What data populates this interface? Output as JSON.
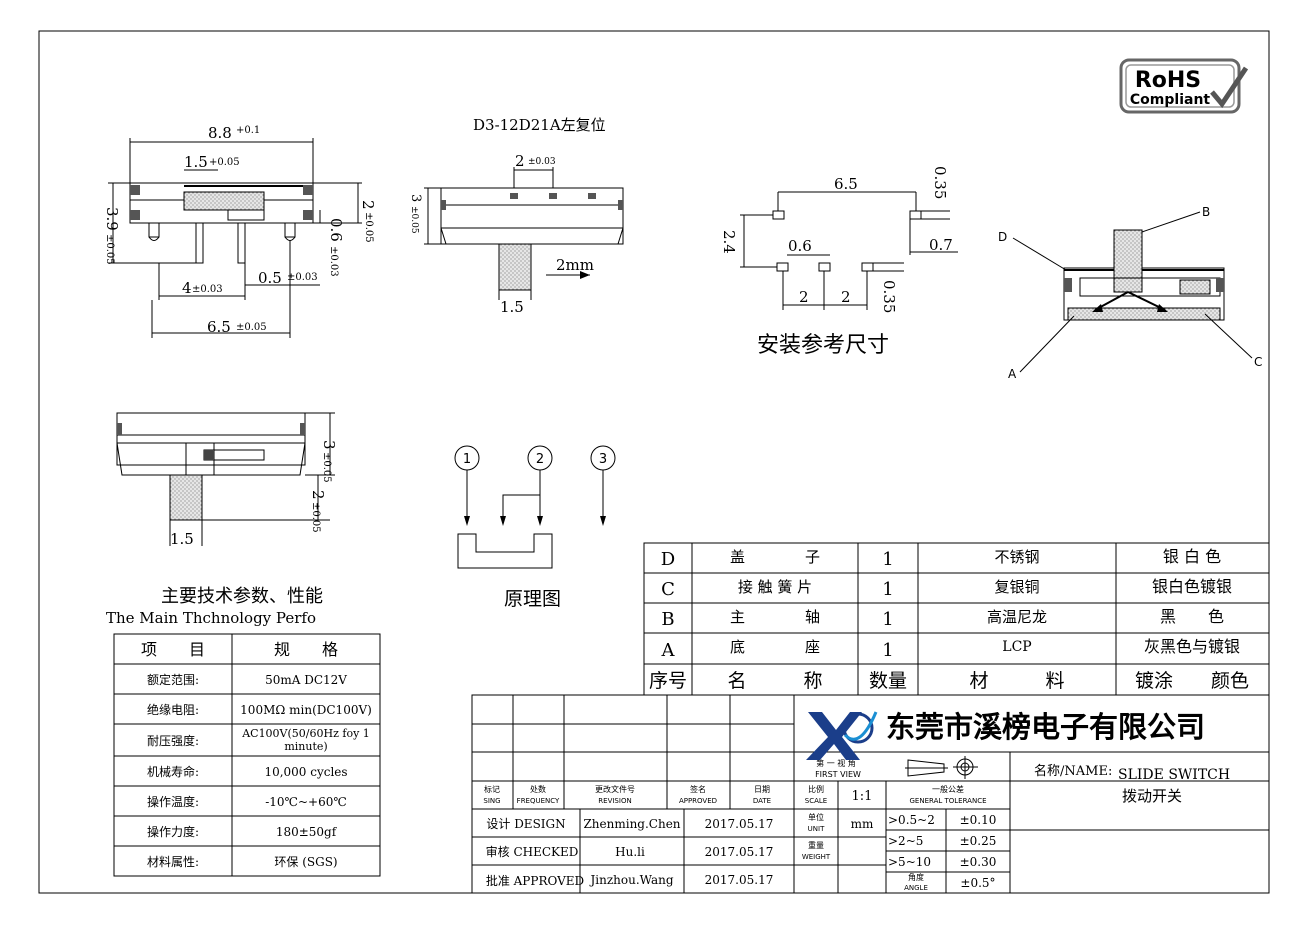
{
  "rohs": {
    "line1": "RoHS",
    "line2": "Compliant"
  },
  "top_view": {
    "dim_width": "8.8",
    "dim_width_tol": "+0.1",
    "dim_knob": "1.5",
    "dim_knob_tol": "+0.05",
    "dim_height": "3.9",
    "dim_height_tol": "±0.05",
    "dim_right": "2",
    "dim_right_tol": "±0.05",
    "dim_gap": "0.6",
    "dim_gap_tol": "±0.03",
    "dim_pin_w": "0.5",
    "dim_pin_w_tol": "±0.03",
    "dim_pitch": "4",
    "dim_pitch_tol": "±0.03",
    "dim_span": "6.5",
    "dim_span_tol": "±0.05"
  },
  "front_view": {
    "title": "D3-12D21A左复位",
    "dim_pin": "2",
    "dim_pin_tol": "±0.03",
    "dim_h": "3",
    "dim_h_tol": "±0.05",
    "dim_travel": "2mm",
    "dim_knob": "1.5"
  },
  "footprint": {
    "dim_65": "6.5",
    "dim_035_top": "0.35",
    "dim_07": "0.7",
    "dim_24": "2.4",
    "dim_06": "0.6",
    "dim_2a": "2",
    "dim_2b": "2",
    "dim_035_bot": "0.35",
    "caption": "安装参考尺寸"
  },
  "section": {
    "label_a": "A",
    "label_b": "B",
    "label_c": "C",
    "label_d": "D"
  },
  "side_view": {
    "dim_h": "3",
    "dim_h_tol": "±0.05",
    "dim_k": "2",
    "dim_k_tol": "±0.05",
    "dim_knob": "1.5"
  },
  "schematic": {
    "pin1": "1",
    "pin2": "2",
    "pin3": "3",
    "caption": "原理图"
  },
  "specs": {
    "title_cn": "主要技术参数、性能",
    "title_en": "The Main Thchnology Perfo",
    "header": [
      "项　　目",
      "规　　格"
    ],
    "rows": [
      [
        "额定范围:",
        "50mA DC12V"
      ],
      [
        "绝缘电阻:",
        "100MΩ min(DC100V)"
      ],
      [
        "耐压强度:",
        "AC100V(50/60Hz foy 1 minute)"
      ],
      [
        "机械寿命:",
        "10,000 cycles"
      ],
      [
        "操作温度:",
        "-10℃~+60℃"
      ],
      [
        "操作力度:",
        "180±50gf"
      ],
      [
        "材料属性:",
        "环保 (SGS)"
      ]
    ]
  },
  "bom": {
    "rows": [
      [
        "D",
        "盖　　　　子",
        "1",
        "不锈钢",
        "银 白 色"
      ],
      [
        "C",
        "接 触 簧 片",
        "1",
        "复银铜",
        "银白色镀银"
      ],
      [
        "B",
        "主　　　　轴",
        "1",
        "高温尼龙",
        "黑　　色"
      ],
      [
        "A",
        "底　　　　座",
        "1",
        "LCP",
        "灰黑色与镀银"
      ]
    ],
    "header": [
      "序号",
      "名　　　称",
      "数量",
      "材　　　料",
      "镀涂　　颜色"
    ]
  },
  "titleblock": {
    "company": "东莞市溪榜电子有限公司",
    "first_view": "第 一 视 角",
    "first_view_en": "FIRST VIEW",
    "name_label": "名称/NAME:",
    "name_en": "SLIDE SWITCH",
    "name_cn": "拨动开关",
    "hdr_sing_cn": "标记",
    "hdr_sing_en": "SING",
    "hdr_freq_cn": "处数",
    "hdr_freq_en": "FREQUENCY",
    "hdr_rev_cn": "更改文件号",
    "hdr_rev_en": "REVISION",
    "hdr_appr_cn": "签名",
    "hdr_appr_en": "APPROVED",
    "hdr_date_cn": "日期",
    "hdr_date_en": "DATE",
    "scale_cn": "比例",
    "scale_en": "SCALE",
    "scale": "1:1",
    "tol_cn": "一般公差",
    "tol_en": "GENERAL TOLERANCE",
    "unit_cn": "单位",
    "unit_en": "UNIT",
    "unit": "mm",
    "weight_cn": "重量",
    "weight_en": "WEIGHT",
    "angle_cn": "角度",
    "angle_en": "ANGLE",
    "tols": [
      {
        "range": ">0.5~2",
        "val": "±0.10"
      },
      {
        "range": ">2~5",
        "val": "±0.25"
      },
      {
        "range": ">5~10",
        "val": "±0.30"
      },
      {
        "range": "",
        "val": "±0.5°"
      }
    ],
    "people": [
      {
        "role": "设计 DESIGN",
        "name": "Zhenming.Chen",
        "date": "2017.05.17"
      },
      {
        "role": "审核 CHECKED",
        "name": "Hu.li",
        "date": "2017.05.17"
      },
      {
        "role": "批准 APPROVED",
        "name": "Jinzhou.Wang",
        "date": "2017.05.17"
      }
    ]
  }
}
